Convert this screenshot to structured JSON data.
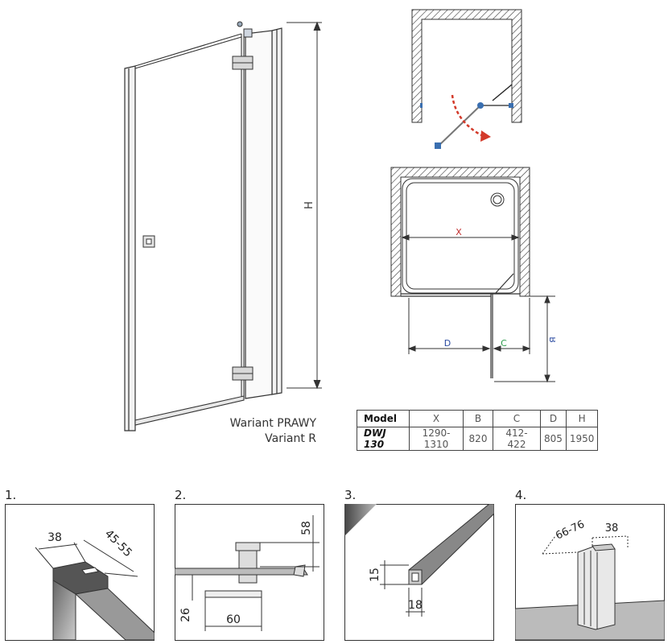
{
  "main_drawing": {
    "height_label": "H",
    "variant_pl": "Wariant PRAWY",
    "variant_en": "Variant R"
  },
  "plan_view": {
    "x_label": "X",
    "b_label": "B",
    "c_label": "C",
    "d_label": "D"
  },
  "spec_table": {
    "headers": [
      "Model",
      "X",
      "B",
      "C",
      "D",
      "H"
    ],
    "rows": [
      [
        "DWJ 130",
        "1290-1310",
        "820",
        "412-422",
        "805",
        "1950"
      ]
    ]
  },
  "details": [
    {
      "num": "1.",
      "dims": [
        "38",
        "45-55"
      ]
    },
    {
      "num": "2.",
      "dims": [
        "58",
        "26",
        "60"
      ]
    },
    {
      "num": "3.",
      "dims": [
        "15",
        "18"
      ]
    },
    {
      "num": "4.",
      "dims": [
        "66-76",
        "38"
      ]
    }
  ],
  "colors": {
    "line": "#333333",
    "accent_red": "#d33a2a",
    "accent_blue": "#3a6fb0",
    "x_label": "#c23030",
    "c_label": "#2a9a4a",
    "d_label": "#2a4aa0"
  }
}
